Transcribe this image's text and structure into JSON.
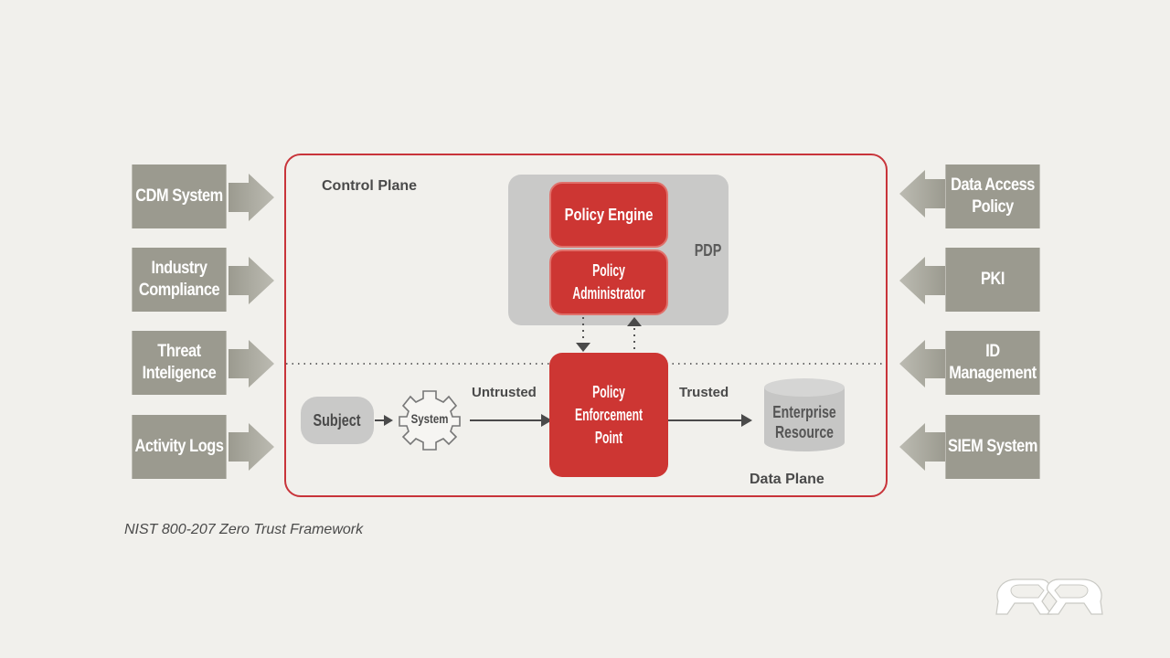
{
  "left_inputs": [
    {
      "lines": [
        "CDM System"
      ]
    },
    {
      "lines": [
        "Industry",
        "Compliance"
      ]
    },
    {
      "lines": [
        "Threat",
        "Inteligence"
      ]
    },
    {
      "lines": [
        "Activity Logs"
      ]
    }
  ],
  "right_inputs": [
    {
      "lines": [
        "Data Access",
        "Policy"
      ]
    },
    {
      "lines": [
        "PKI"
      ]
    },
    {
      "lines": [
        "ID",
        "Management"
      ]
    },
    {
      "lines": [
        "SIEM System"
      ]
    }
  ],
  "control_plane": {
    "title": "Control Plane",
    "pdp_label": "PDP",
    "policy_engine": [
      "Policy Engine"
    ],
    "policy_administrator": [
      "Policy",
      "Administrator"
    ]
  },
  "data_plane": {
    "title": "Data Plane",
    "subject": "Subject",
    "system": "System",
    "untrusted": "Untrusted",
    "trusted": "Trusted",
    "pep": [
      "Policy",
      "Enforcement",
      "Point"
    ],
    "resource": [
      "Enterprise",
      "Resource"
    ]
  },
  "caption": "NIST 800-207 Zero Trust Framework",
  "colors": {
    "accent_red": "#cd3633",
    "frame_red": "#c8343a",
    "side_box": "#9b9a8f",
    "pdp_gray": "#c9c9c8",
    "background": "#f1f0ec"
  }
}
